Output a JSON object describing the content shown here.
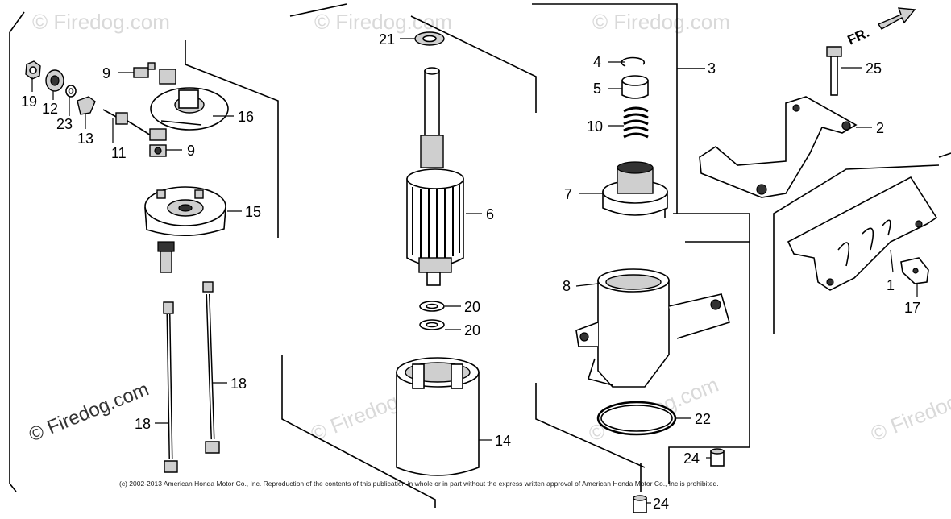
{
  "watermark": "© Firedog.com",
  "copyright": "(c) 2002-2013 American Honda Motor Co., Inc. Reproduction of the contents of this publication in whole or in part without the express written approval of American Honda Motor Co., Inc is prohibited.",
  "direction_label": "FR.",
  "callouts": {
    "p1": "1",
    "p2": "2",
    "p3": "3",
    "p4": "4",
    "p5": "5",
    "p6": "6",
    "p7": "7",
    "p8": "8",
    "p9a": "9",
    "p9b": "9",
    "p10": "10",
    "p11": "11",
    "p12": "12",
    "p13": "13",
    "p14": "14",
    "p15": "15",
    "p16": "16",
    "p17": "17",
    "p18a": "18",
    "p18b": "18",
    "p19": "19",
    "p20a": "20",
    "p20b": "20",
    "p21": "21",
    "p22": "22",
    "p23": "23",
    "p24a": "24",
    "p24b": "24",
    "p25": "25"
  }
}
